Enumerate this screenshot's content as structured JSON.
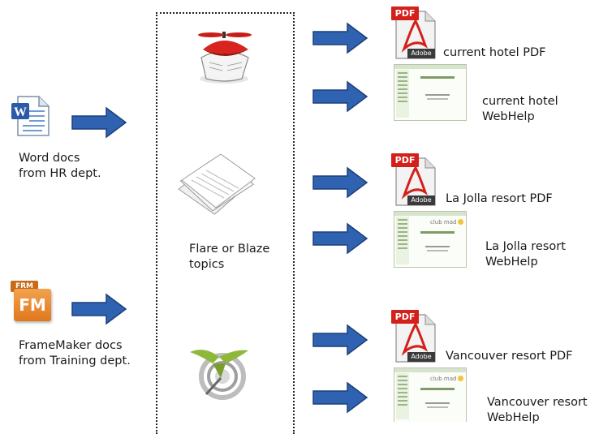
{
  "sources": {
    "word": {
      "icon": "word-document-icon",
      "label_lines": [
        "Word docs",
        "from HR dept."
      ]
    },
    "framemaker": {
      "icon": "framemaker-icon",
      "icon_text": "FRM",
      "icon_letters": "FM",
      "label_lines": [
        "FrameMaker docs",
        "from Training dept."
      ]
    }
  },
  "center": {
    "topics_label_lines": [
      "Flare or Blaze",
      "topics"
    ],
    "tool_icons": [
      "flare-icon",
      "topics-pages-icon",
      "blaze-icon"
    ]
  },
  "outputs": [
    {
      "type": "pdf",
      "icon": "adobe-pdf-icon",
      "badge": "PDF",
      "brand": "Adobe",
      "label_lines": [
        "current hotel PDF"
      ]
    },
    {
      "type": "webhelp",
      "icon": "webhelp-thumbnail",
      "label_lines": [
        "current hotel",
        "WebHelp"
      ]
    },
    {
      "type": "pdf",
      "icon": "adobe-pdf-icon",
      "badge": "PDF",
      "brand": "Adobe",
      "label_lines": [
        "La Jolla resort PDF"
      ]
    },
    {
      "type": "webhelp",
      "icon": "webhelp-thumbnail",
      "thumb_brand": "club mad",
      "label_lines": [
        "La Jolla resort",
        "WebHelp"
      ]
    },
    {
      "type": "pdf",
      "icon": "adobe-pdf-icon",
      "badge": "PDF",
      "brand": "Adobe",
      "label_lines": [
        "Vancouver resort PDF"
      ]
    },
    {
      "type": "webhelp",
      "icon": "webhelp-thumbnail",
      "thumb_brand": "club mad",
      "label_lines": [
        "Vancouver resort",
        "WebHelp"
      ]
    }
  ],
  "colors": {
    "arrow_fill": "#2f62b0",
    "arrow_stroke": "#1b3f78",
    "pdf_red": "#d4201a",
    "word_blue": "#2a5aa8",
    "fm_orange": "#e0781e",
    "blaze_green": "#8db83a"
  }
}
